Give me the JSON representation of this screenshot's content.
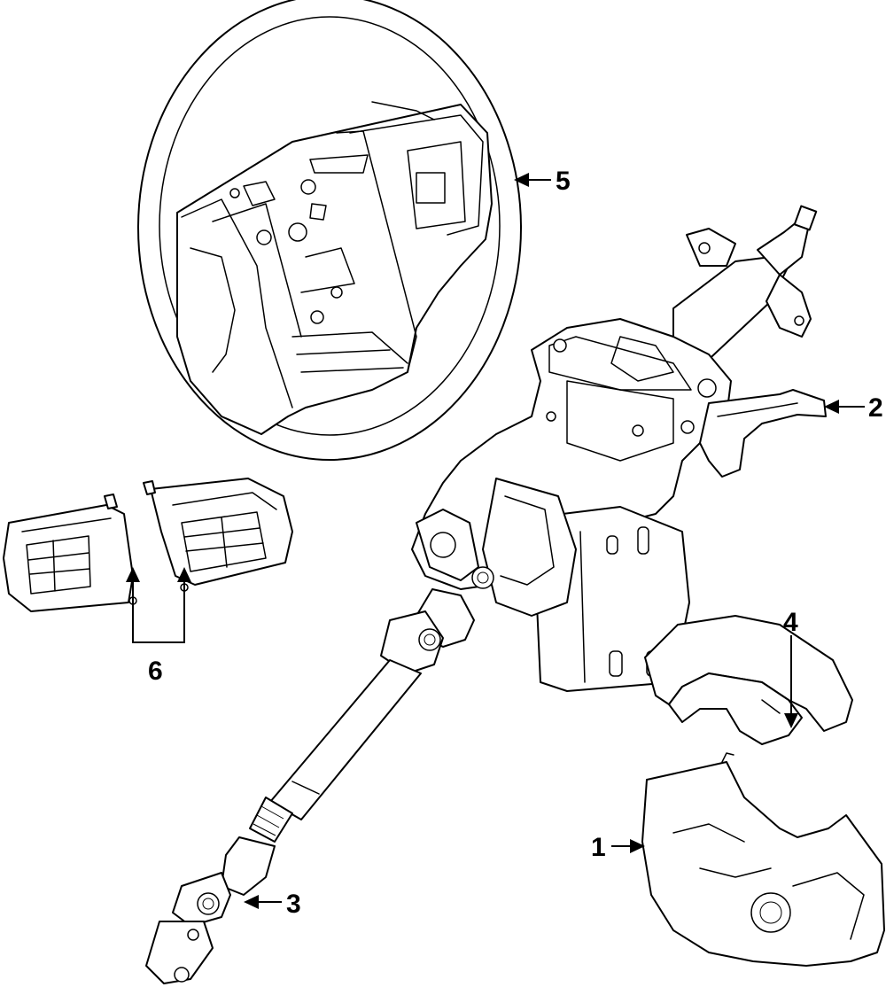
{
  "diagram": {
    "background": "#ffffff",
    "line_color": "#000000",
    "parts": [
      {
        "id": "shroud-lower",
        "callout": "1"
      },
      {
        "id": "steering-column",
        "callout": "2"
      },
      {
        "id": "intermediate-shaft",
        "callout": "3"
      },
      {
        "id": "shroud-upper",
        "callout": "4"
      },
      {
        "id": "steering-wheel",
        "callout": "5"
      },
      {
        "id": "wheel-switches",
        "callout": "6"
      }
    ]
  }
}
